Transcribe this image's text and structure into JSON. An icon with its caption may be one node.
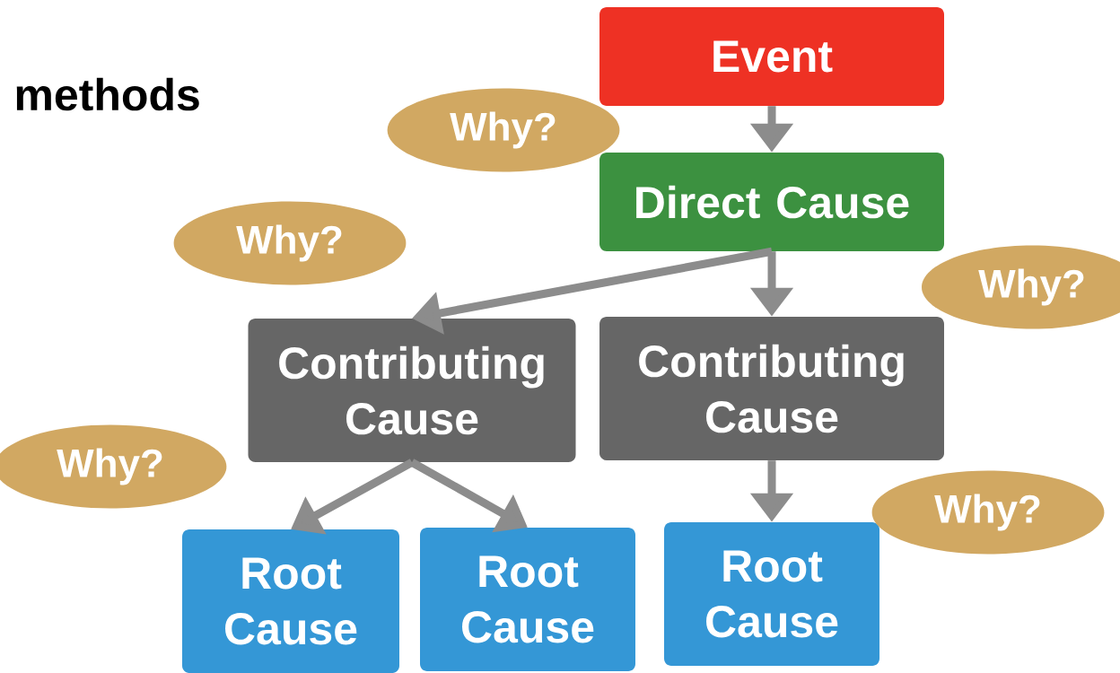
{
  "diagram": {
    "nodes": [
      {
        "text": [
          "Event"
        ]
      },
      {
        "text": [
          "Direct Cause"
        ]
      },
      {
        "text": [
          "Contributing Cause"
        ]
      },
      {
        "text": [
          "Contributing Cause"
        ]
      },
      {
        "text": [
          "Root Cause"
        ]
      },
      {
        "text": [
          "Root Cause"
        ]
      },
      {
        "text": [
          "Root Cause"
        ]
      },
      {
        "text": [
          "Why?"
        ]
      },
      {
        "text": [
          "Why?"
        ]
      },
      {
        "text": [
          "Why?"
        ]
      },
      {
        "text": [
          "Why?"
        ]
      },
      {
        "text": [
          "Why?"
        ]
      }
    ],
    "edges": [
      {
        "from": 0,
        "to": 1,
        "arrow": "to"
      },
      {
        "from": 1,
        "to": 2,
        "arrow": "to"
      },
      {
        "from": 1,
        "to": 3,
        "arrow": "to"
      },
      {
        "from": 2,
        "to": 4,
        "arrow": "to"
      },
      {
        "from": 2,
        "to": 5,
        "arrow": "to"
      },
      {
        "from": 3,
        "to": 6,
        "arrow": "to"
      }
    ],
    "labels": [
      "methods"
    ]
  }
}
